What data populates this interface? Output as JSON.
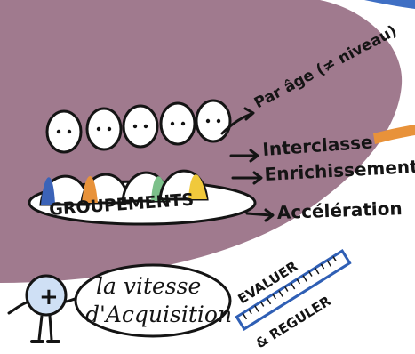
{
  "illustration": {
    "center_label": "GROUPEMENTS",
    "branches": [
      {
        "text": "Par âge (≠ niveau)"
      },
      {
        "text": "Interclasse"
      },
      {
        "text": "Enrichissement"
      },
      {
        "text": "Accélération"
      }
    ],
    "speech_bubble": {
      "line1": "la vitesse",
      "line2": "d'Acquisition"
    },
    "ruler_text": {
      "top": "EVALUER",
      "bottom": "& REGULER"
    },
    "character_badge": "+",
    "colors": {
      "background_blob": "#a07a8e",
      "orange_stripe": "#e8923a",
      "blue_stripe": "#3f6fc4",
      "orange_person": "#e8923a",
      "blue_person": "#3b63b8",
      "green_person": "#7cc08a",
      "yellow_person": "#f0c93c",
      "ruler_blue": "#2f5fb5",
      "outline": "#141414"
    },
    "icons": [
      "arrow-icon",
      "ruler-icon",
      "character-icon",
      "head-icon"
    ]
  }
}
